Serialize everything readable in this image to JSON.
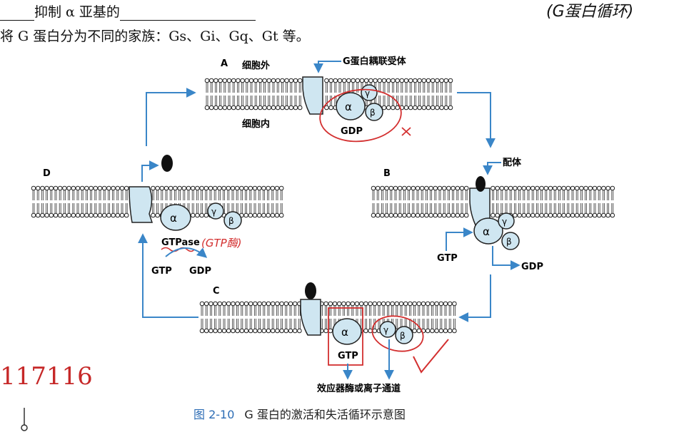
{
  "text": {
    "line1_text": "抑制 α 亚基的",
    "line2_text": "将 G 蛋白分为不同的家族：Gs、Gi、Gq、Gt 等。",
    "handwritten_note": "(G蛋白循环)",
    "handwritten_number": "117116"
  },
  "figure": {
    "panel_a": "A",
    "panel_b": "B",
    "panel_c": "C",
    "panel_d": "D",
    "outside_label": "细胞外",
    "inside_label": "细胞内",
    "receptor_label": "G蛋白耦联受体",
    "ligand_label": "配体",
    "alpha": "α",
    "beta": "β",
    "gamma": "γ",
    "gdp": "GDP",
    "gtp": "GTP",
    "gtpase": "GTPase",
    "gtpase_note": "(GTP酶)",
    "effector_label": "效应器酶或离子通道",
    "caption_number": "图 2-10",
    "caption_text": "G 蛋白的激活和失活循环示意图"
  },
  "colors": {
    "arrow_blue": "#3a86c8",
    "membrane_fill": "#cfe6f1",
    "protein_fill": "#cfe6f1",
    "annotation_red": "#d32f2f"
  }
}
